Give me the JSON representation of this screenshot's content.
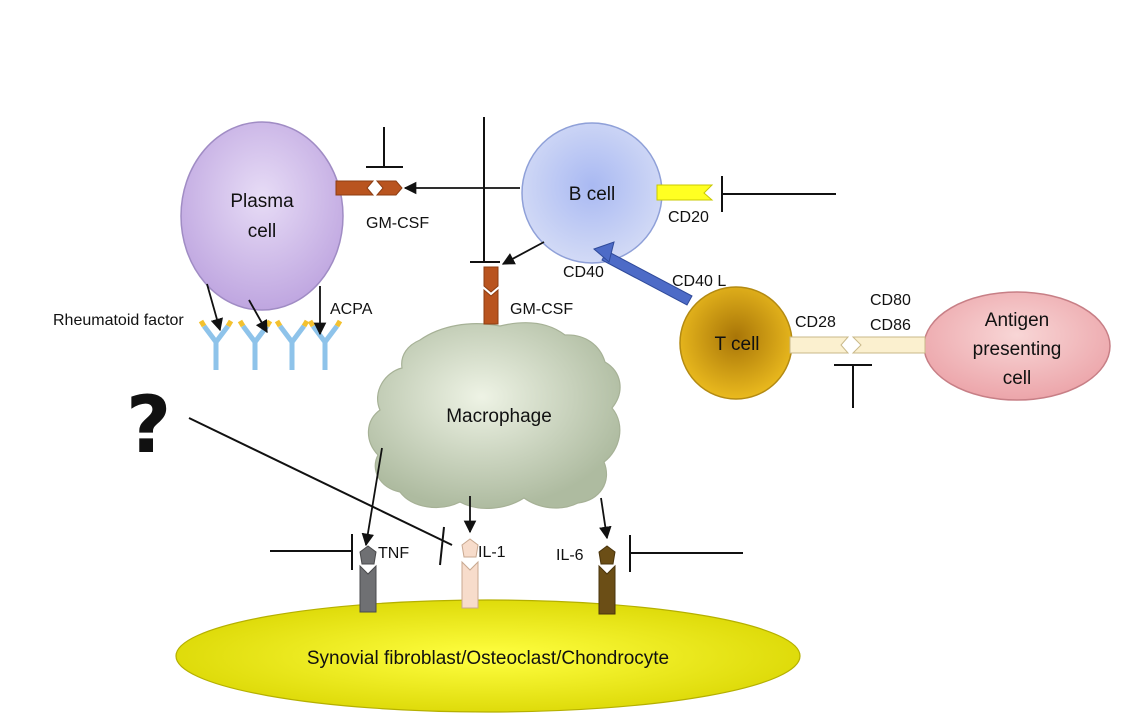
{
  "cells": {
    "plasma_line1": "Plasma",
    "plasma_line2": "cell",
    "b_cell": "B cell",
    "t_cell": "T cell",
    "macrophage": "Macrophage",
    "apc_line1": "Antigen",
    "apc_line2": "presenting",
    "apc_line3": "cell",
    "synovial": "Synovial fibroblast/Osteoclast/Chondrocyte"
  },
  "labels": {
    "gm_csf_plasma": "GM-CSF",
    "gm_csf_macrophage": "GM-CSF",
    "cd20": "CD20",
    "cd40": "CD40",
    "cd40l": "CD40 L",
    "cd28": "CD28",
    "cd80": "CD80",
    "cd86": "CD86",
    "rheumatoid_factor": "Rheumatoid factor",
    "acpa": "ACPA",
    "tnf": "TNF",
    "il1": "IL-1",
    "il6": "IL-6",
    "unknown": "?"
  },
  "colors": {
    "plasma_cell": "#c9b3e6",
    "b_cell": "#b9c6f1",
    "t_cell": "#e2a815",
    "apc": "#f1b5b8",
    "macrophage": "#c3d0b8",
    "synovial": "#e8e61c",
    "gm_csf": "#b9541f",
    "cd20": "#ffff22",
    "cd40l_arrow": "#4d6bc7",
    "tnf_receptor": "#6f7073",
    "il1_receptor": "#f7dccb",
    "il6_receptor": "#6b4e16"
  }
}
